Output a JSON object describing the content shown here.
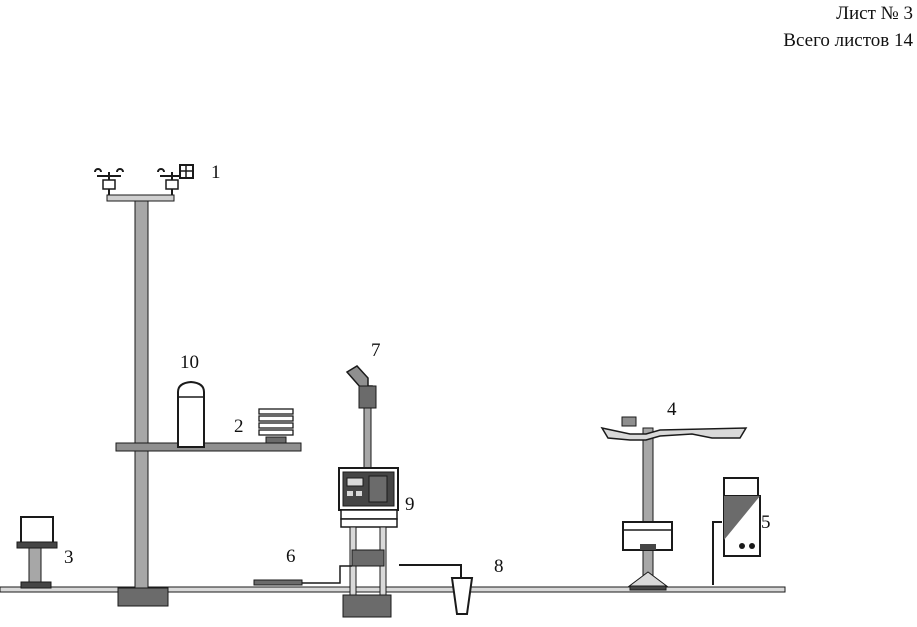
{
  "header": {
    "sheet": "Лист № 3",
    "total": "Всего листов 14"
  },
  "callouts": {
    "c1": "1",
    "c2": "2",
    "c3": "3",
    "c4": "4",
    "c5": "5",
    "c6": "6",
    "c7": "7",
    "c8": "8",
    "c9": "9",
    "c10": "10"
  },
  "colors": {
    "stroke": "#1a1a1a",
    "mast": "#a7a7a7",
    "shelf": "#8f8f8f",
    "foundation": "#6b6b6b",
    "logger_face": "#454545"
  }
}
